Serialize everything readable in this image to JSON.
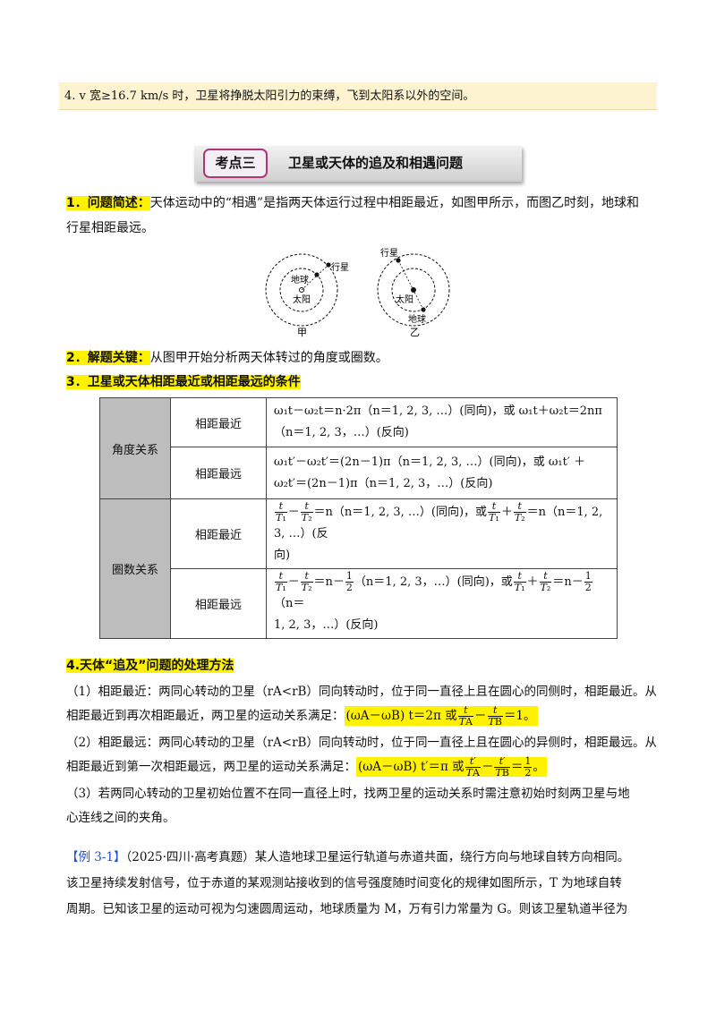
{
  "top_note": "4. v 宽≥16.7 km/s 时，卫星将挣脱太阳引力的束缚，飞到太阳系以外的空间。",
  "banner": {
    "tag": "考点三",
    "title": "卫星或天体的追及和相遇问题"
  },
  "s1": {
    "head": "1．问题简述：",
    "line1": "天体运动中的“相遇”是指两天体运行过程中相距最近，如图甲所示，而图乙时刻，地球和",
    "line2": "行星相距最远。"
  },
  "figure": {
    "jia": {
      "earth": "地球",
      "planet": "行星",
      "sun": "太阳",
      "caption": "甲"
    },
    "yi": {
      "planet": "行星",
      "sun": "太阳",
      "earth": "地球",
      "caption": "乙"
    }
  },
  "s2": {
    "head": "2．解题关键：",
    "text": "从图甲开始分析两天体转过的角度或圈数。"
  },
  "s3": {
    "head": "3．卫星或天体相距最近或相距最远的条件"
  },
  "table": {
    "group_angle": "角度关系",
    "group_circle": "圈数关系",
    "nearest": "相距最近",
    "farthest": "相距最远",
    "angle_near_a": "ω₁t－ω₂t＝n·2π（n＝1, 2, 3, …）(同向)，或 ω₁t＋ω₂t＝2nπ",
    "angle_near_b": "（n＝1, 2, 3，…）(反向)",
    "angle_far_a": "ω₁t′－ω₂t′＝(2n－1)π（n＝1, 2, 3, …）(同向)，或 ω₁t′ ＋",
    "angle_far_b": "ω₂t′＝(2n－1)π（n＝1, 2, 3，…）(反向)",
    "circle_near_a": "＝n（n＝1, 2, 3, …）(同向)，或",
    "circle_near_b": "＝n（n＝1, 2, 3, …）(反",
    "circle_near_c": "向)",
    "circle_far_a": "＝n－",
    "circle_far_b": "（n＝1, 2, 3，…）(同向)，或",
    "circle_far_c": "＝n－",
    "circle_far_d": "（n＝",
    "circle_far_e": "1, 2, 3，…）(反向)"
  },
  "s4": {
    "head": "4.天体“追及”问题的处理方法",
    "p1a": "（1）相距最近：两同心转动的卫星（rA<rB）同向转动时，位于同一直径上且在圆心的同侧时，相距最近。从",
    "p1b": "相距最近到再次相距最近，两卫星的运动关系满足：",
    "p1f": "(ωA－ωB) t＝2π 或",
    "p1g": "＝1。",
    "p2a": "（2）相距最远：两同心转动的卫星（rA<rB）同向转动时，位于同一直径上且在圆心的异侧时，相距最远。从",
    "p2b": "相距最近到第一次相距最远，两卫星的运动关系满足：",
    "p2f": "(ωA－ωB) t′＝π 或",
    "p2g": "＝",
    "p2h": "。",
    "p3a": "（3）若两同心转动的卫星初始位置不在同一直径上时，找两卫星的运动关系时需注意初始时刻两卫星与地",
    "p3b": "心连线之间的夹角。"
  },
  "example": {
    "tag": "【例 3-1】",
    "line1": "（2025·四川·高考真题）某人造地球卫星运行轨道与赤道共面，绕行方向与地球自转方向相同。",
    "line2": "该卫星持续发射信号，位于赤道的某观测站接收到的信号强度随时间变化的规律如图所示，T 为地球自转",
    "line3": "周期。已知该卫星的运动可视为匀速圆周运动，地球质量为 M，万有引力常量为 G。则该卫星轨道半径为"
  }
}
